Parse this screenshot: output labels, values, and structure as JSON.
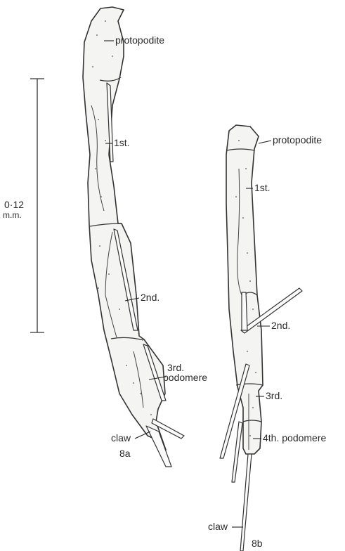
{
  "scale_bar": {
    "value": "0·12",
    "unit": "m.m."
  },
  "figure_a": {
    "labels": {
      "protopodite": "protopodite",
      "first": "1st.",
      "second": "2nd.",
      "third": "3rd.",
      "podomere": "podomere",
      "claw": "claw"
    },
    "caption": "8a"
  },
  "figure_b": {
    "labels": {
      "protopodite": "protopodite",
      "first": "1st.",
      "second": "2nd.",
      "third": "3rd.",
      "fourth": "4th. podomere",
      "claw": "claw"
    },
    "caption": "8b"
  }
}
